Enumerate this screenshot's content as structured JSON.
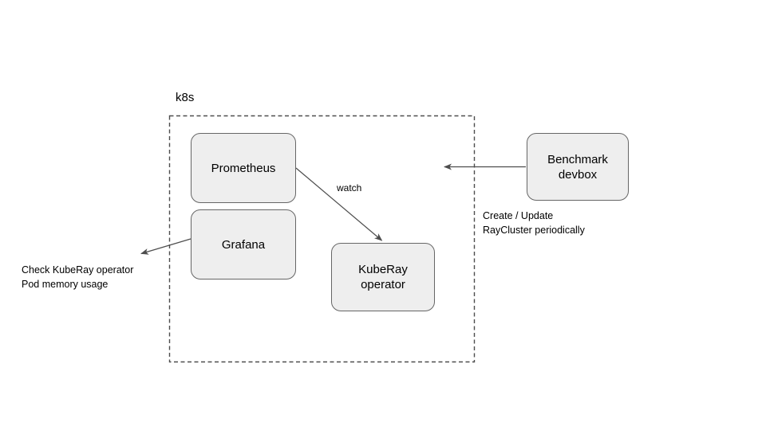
{
  "diagram": {
    "title_visible": false,
    "colors": {
      "node_fill": "#eeeeee",
      "node_stroke": "#666666",
      "edge_stroke": "#4d4d4d",
      "boundary_stroke": "#4d4d4d",
      "text": "#000000",
      "background": "#ffffff"
    },
    "boundary": {
      "label": "k8s",
      "style": "dashed"
    },
    "nodes": [
      {
        "id": "prometheus",
        "label": "Prometheus"
      },
      {
        "id": "grafana",
        "label": "Grafana"
      },
      {
        "id": "kuberay-operator",
        "label": "KubeRay\noperator"
      },
      {
        "id": "benchmark-devbox",
        "label": "Benchmark\ndevbox"
      }
    ],
    "edges": [
      {
        "id": "prometheus-watch-kuberay",
        "label": "watch",
        "from": "prometheus",
        "to": "kuberay-operator"
      },
      {
        "id": "devbox-to-cluster",
        "label": "Create / Update\nRayCluster periodically",
        "from": "benchmark-devbox",
        "to": "k8s"
      },
      {
        "id": "grafana-to-viewer",
        "label": "Check KubeRay operator\nPod memory usage",
        "from": "grafana",
        "to": "viewer"
      }
    ]
  }
}
